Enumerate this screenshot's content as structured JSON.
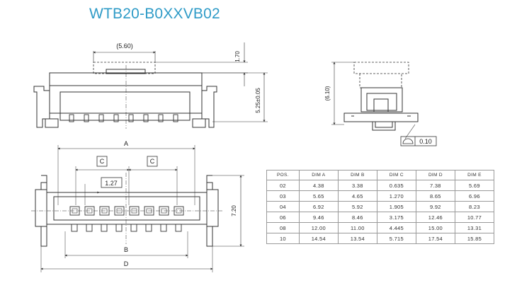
{
  "title": "WTB20-B0XXVB02",
  "top_view": {
    "width_label": "(5.60)",
    "height_label_top": "1.70",
    "height_label_total": "5.25±0.05"
  },
  "side_view": {
    "height_label": "(6.10)",
    "tolerance_value": "0.10"
  },
  "plan_view": {
    "dim_a": "A",
    "dim_b": "B",
    "dim_c": "C",
    "dim_d": "D",
    "pitch": "1.27",
    "height": "7.20"
  },
  "table": {
    "headers": [
      "POS.",
      "DIM A",
      "DIM B",
      "DIM C",
      "DIM D",
      "DIM E"
    ],
    "rows": [
      [
        "02",
        "4.38",
        "3.38",
        "0.635",
        "7.38",
        "5.69"
      ],
      [
        "03",
        "5.65",
        "4.65",
        "1.270",
        "8.65",
        "6.96"
      ],
      [
        "04",
        "6.92",
        "5.92",
        "1.905",
        "9.92",
        "8.23"
      ],
      [
        "06",
        "9.46",
        "8.46",
        "3.175",
        "12.46",
        "10.77"
      ],
      [
        "08",
        "12.00",
        "11.00",
        "4.445",
        "15.00",
        "13.31"
      ],
      [
        "10",
        "14.54",
        "13.54",
        "5.715",
        "17.54",
        "15.85"
      ]
    ]
  }
}
